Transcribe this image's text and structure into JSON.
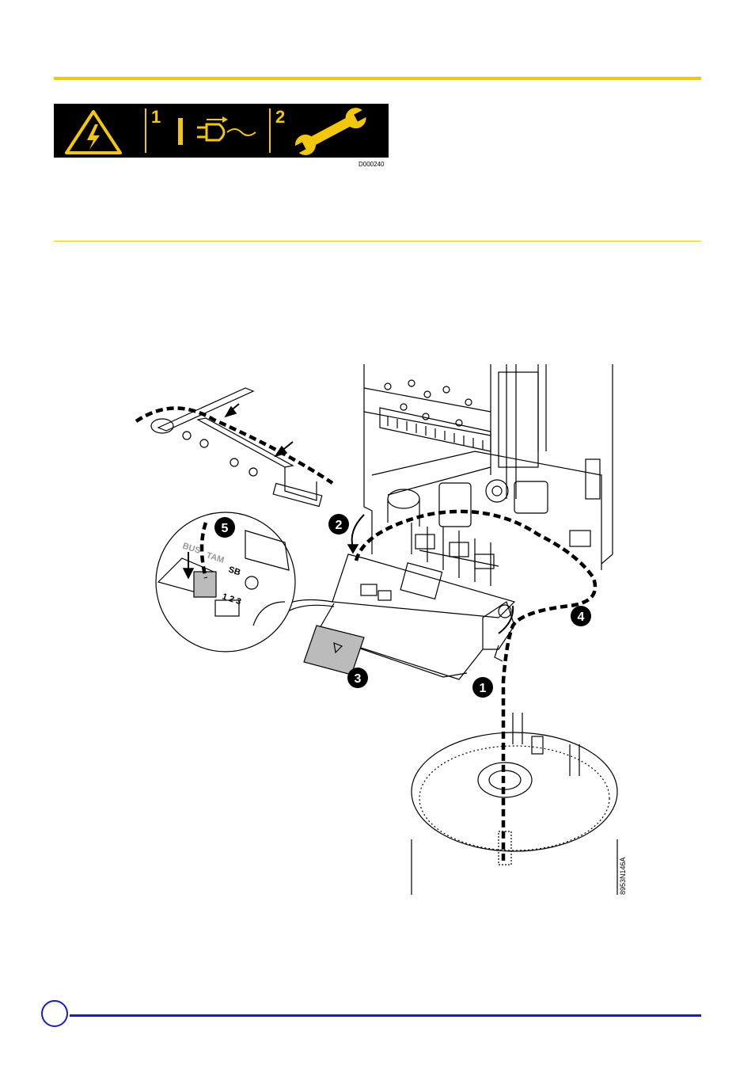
{
  "banner": {
    "step1": "1",
    "step2": "2",
    "code": "D000240",
    "icons": [
      "electric-hazard-icon",
      "disconnect-plug-icon",
      "wrench-icon"
    ]
  },
  "diagram": {
    "callouts": [
      "1",
      "2",
      "3",
      "4",
      "5"
    ],
    "connector_labels": {
      "bus": "BUS",
      "tam": "TAM",
      "sb": "SB",
      "pins": "1 2 3"
    },
    "code": "8953N146A"
  },
  "colors": {
    "accent_yellow": "#f2c80f",
    "rule_blue": "#1a1acc"
  }
}
